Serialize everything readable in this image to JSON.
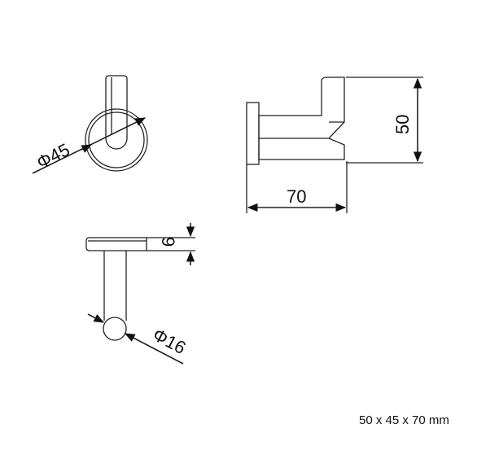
{
  "dimensions": {
    "diameter_base": "Φ45",
    "height": "50",
    "depth": "70",
    "thickness": "9",
    "diameter_arm": "Φ16"
  },
  "caption": "50 x 45 x 70 mm"
}
